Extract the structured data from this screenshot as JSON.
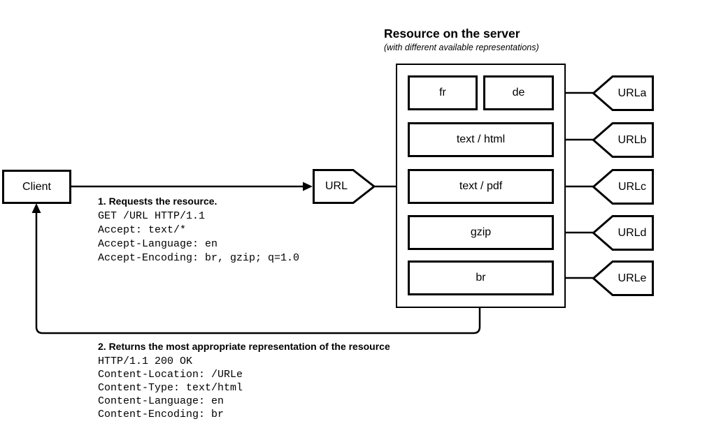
{
  "title": {
    "heading": "Resource on the server",
    "subheading": "(with different available representations)"
  },
  "client": {
    "label": "Client"
  },
  "url_node": {
    "label": "URL"
  },
  "server": {
    "representations": [
      {
        "label": "fr"
      },
      {
        "label": "de"
      },
      {
        "label": "text / html"
      },
      {
        "label": "text / pdf"
      },
      {
        "label": "gzip"
      },
      {
        "label": "br"
      }
    ]
  },
  "urls": [
    {
      "label": "URLa"
    },
    {
      "label": "URLb"
    },
    {
      "label": "URLc"
    },
    {
      "label": "URLd"
    },
    {
      "label": "URLe"
    }
  ],
  "request": {
    "heading": "1. Requests the resource.",
    "lines": [
      "GET /URL HTTP/1.1",
      "Accept: text/*",
      "Accept-Language: en",
      "Accept-Encoding: br, gzip; q=1.0"
    ]
  },
  "response": {
    "heading": "2. Returns the most appropriate representation of the resource",
    "lines": [
      "HTTP/1.1 200 OK",
      "Content-Location: /URLe",
      "Content-Type: text/html",
      "Content-Language: en",
      "Content-Encoding: br"
    ]
  },
  "colors": {
    "ink": "#000000",
    "background": "#ffffff"
  }
}
